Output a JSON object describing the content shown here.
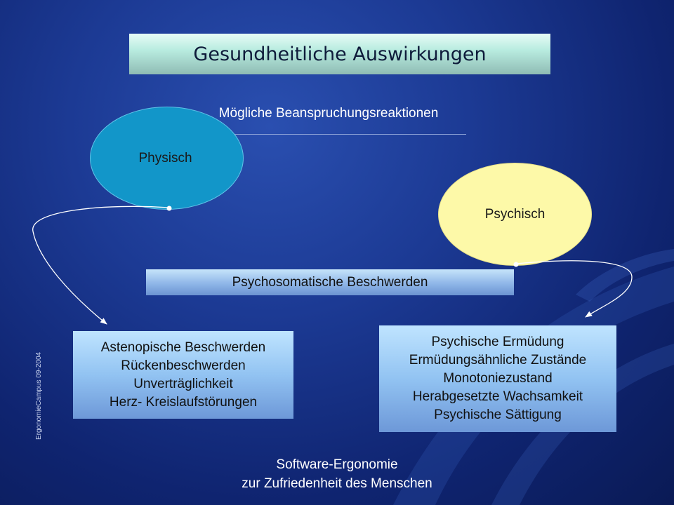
{
  "title": "Gesundheitliche Auswirkungen",
  "subtitle": "Mögliche Beanspruchungsreaktionen",
  "ellipses": {
    "physisch": "Physisch",
    "psychisch": "Psychisch"
  },
  "psychosomatic_label": "Psychosomatische Beschwerden",
  "physical_effects": [
    "Astenopische Beschwerden",
    "Rückenbeschwerden",
    "Unverträglichkeit",
    "Herz- Kreislaufstörungen"
  ],
  "psychological_effects": [
    "Psychische Ermüdung",
    "Ermüdungsähnliche Zustände",
    "Monotoniezustand",
    "Herabgesetzte Wachsamkeit",
    "Psychische Sättigung"
  ],
  "side_label": "ErgonomieCampus 09-2004",
  "footer": {
    "line1": "Software-Ergonomie",
    "line2": "zur Zufriedenheit des Menschen"
  },
  "colors": {
    "background": "#1c3a94",
    "physisch": "#1296c9",
    "psychisch": "#fdf9a8",
    "title_box": "#b9ece0",
    "effect_box": "#92c3f2"
  }
}
